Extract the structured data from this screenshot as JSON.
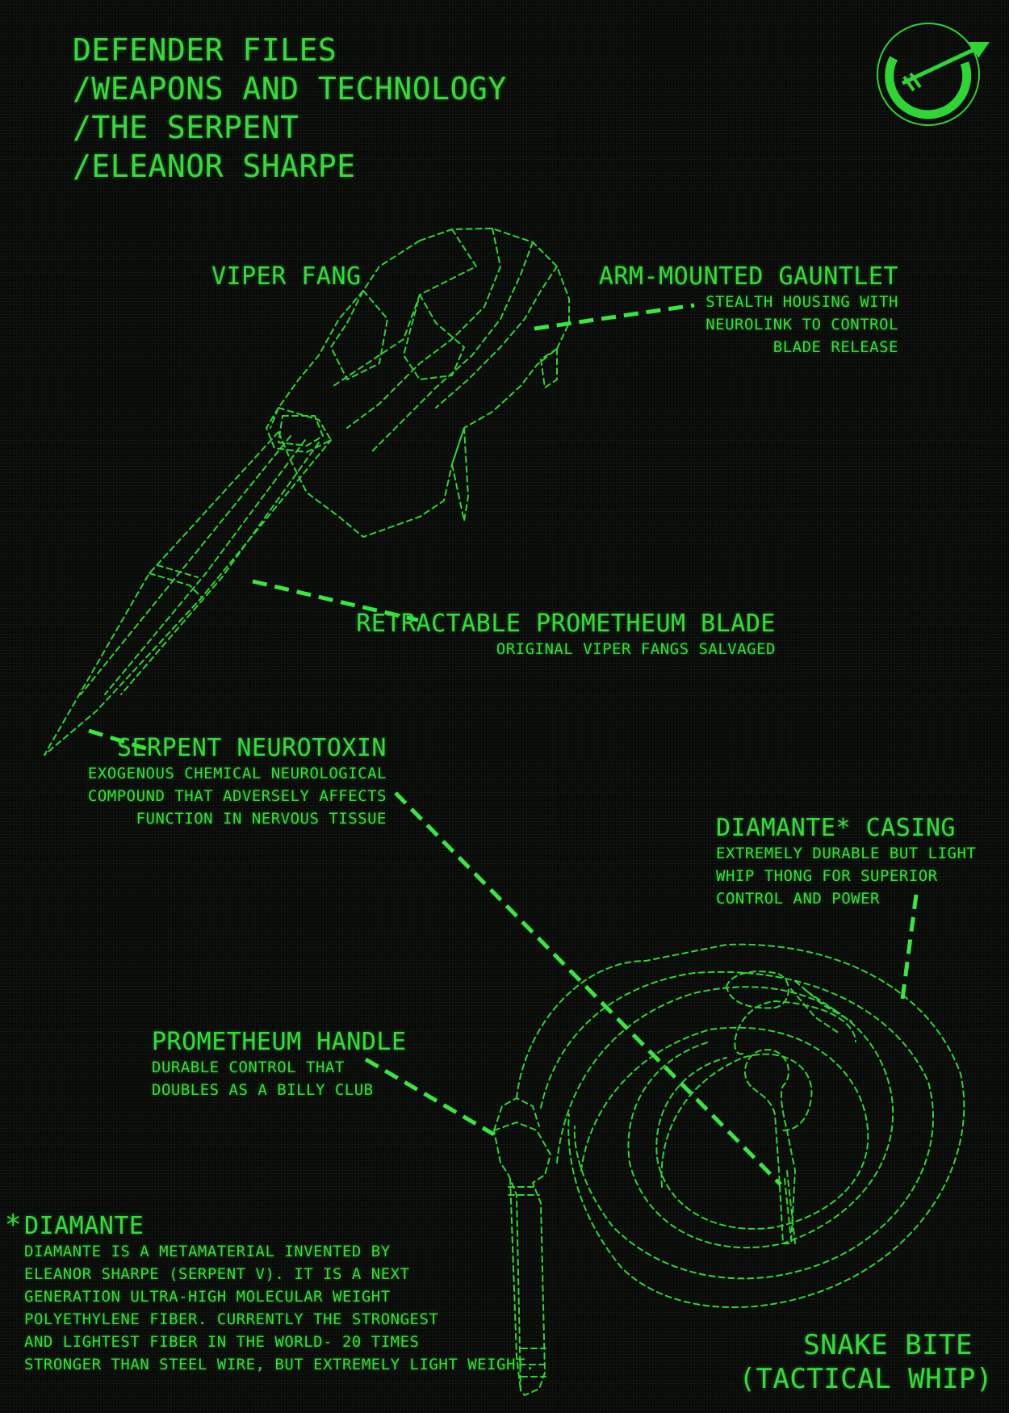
{
  "header": {
    "line1": "DEFENDER FILES",
    "line2": "/WEAPONS AND TECHNOLOGY",
    "line3": "/THE SERPENT",
    "line4": "/ELEANOR SHARPE"
  },
  "logo": {
    "icon": "arrow-target-icon"
  },
  "viper_fang": {
    "title": "VIPER FANG"
  },
  "gauntlet": {
    "title": "ARM-MOUNTED GAUNTLET",
    "line1": "STEALTH HOUSING WITH",
    "line2": "NEUROLINK TO CONTROL",
    "line3": "BLADE RELEASE"
  },
  "blade": {
    "title": "RETRACTABLE PROMETHEUM BLADE",
    "line1": "ORIGINAL VIPER FANGS SALVAGED"
  },
  "neurotoxin": {
    "title": "SERPENT NEUROTOXIN",
    "line1": "EXOGENOUS CHEMICAL NEUROLOGICAL",
    "line2": "COMPOUND THAT ADVERSELY AFFECTS",
    "line3": "FUNCTION IN  NERVOUS TISSUE"
  },
  "casing": {
    "title": "DIAMANTE* CASING",
    "line1": "EXTREMELY DURABLE BUT LIGHT",
    "line2": "WHIP THONG FOR SUPERIOR",
    "line3": "CONTROL AND POWER"
  },
  "handle": {
    "title": "PROMETHEUM HANDLE",
    "line1": "DURABLE CONTROL THAT",
    "line2": "DOUBLES AS A BILLY CLUB"
  },
  "diamante": {
    "asterisk": "*",
    "title": "DIAMANTE",
    "line1": "DIAMANTE IS A METAMATERIAL INVENTED BY",
    "line2": "ELEANOR SHARPE (SERPENT V). IT IS A NEXT",
    "line3": "GENERATION ULTRA-HIGH MOLECULAR WEIGHT",
    "line4": "POLYETHYLENE FIBER. CURRENTLY THE STRONGEST",
    "line5": "AND LIGHTEST FIBER IN THE WORLD- 20 TIMES",
    "line6": "STRONGER THAN STEEL WIRE, BUT EXTREMELY LIGHT WEIGHT."
  },
  "snake_bite": {
    "line1": "SNAKE BITE",
    "line2": "(TACTICAL WHIP)"
  },
  "colors": {
    "background": "#080a08",
    "text": "#39d93d",
    "line": "#2fd435"
  }
}
